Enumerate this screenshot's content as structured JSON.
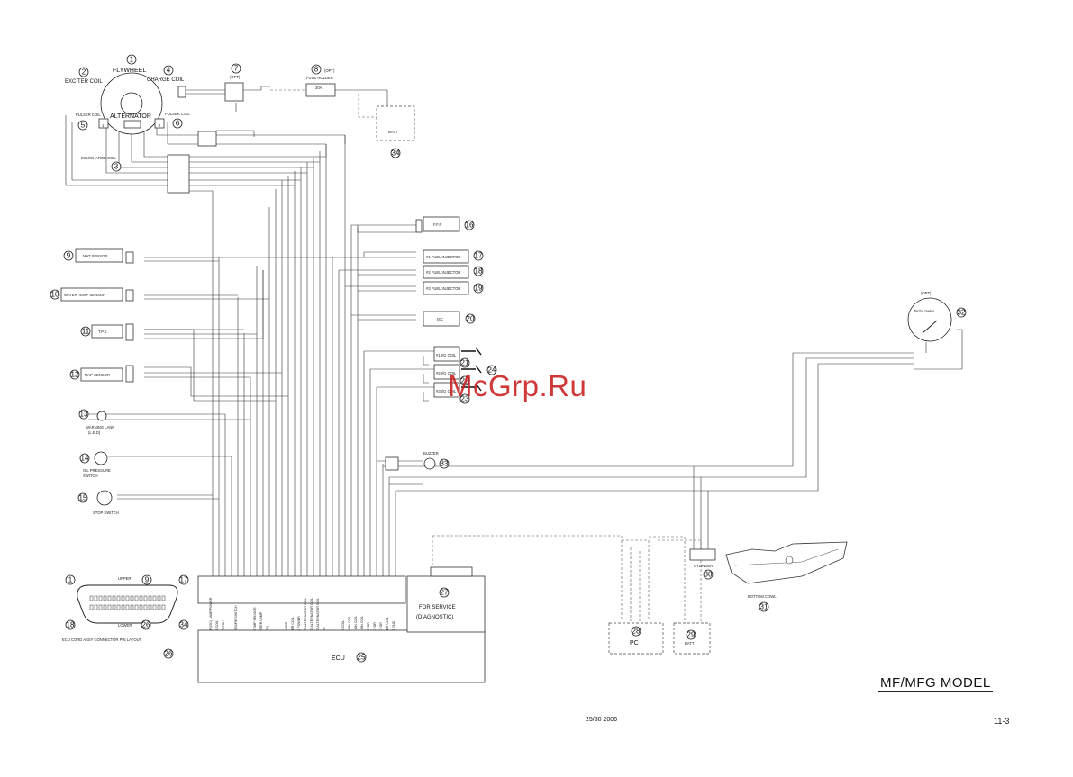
{
  "flywheel": {
    "num": "1",
    "label": "FLYWHEEL",
    "alternator": "ALTERNATOR"
  },
  "exciter_coil": {
    "num": "2",
    "label": "EXCITER COIL"
  },
  "ecu_charge_coil": {
    "num": "3",
    "label": "ECU/CHARGE COIL"
  },
  "charge_coil": {
    "num": "4",
    "label": "CHARGE COIL"
  },
  "pulser_coil_1": {
    "num": "5",
    "label": "PULSER COIL",
    "pin": "1"
  },
  "pulser_coil_2": {
    "num": "6",
    "label": "PULSER COIL",
    "pin": "2"
  },
  "opt_7": {
    "num": "7",
    "label": "(OPT)"
  },
  "fuse_holder": {
    "num": "8",
    "opt": "(OPT)",
    "label": "FUSE HOLDER",
    "rating": "20A"
  },
  "batt_top": {
    "num": "34",
    "label": "BATT"
  },
  "mat_sensor": {
    "num": "9",
    "label": "MAT SENSOR"
  },
  "water_temp_sensor": {
    "num": "10",
    "label": "WATER TEMP SENSOR"
  },
  "tps": {
    "num": "11",
    "label": "T.P.S"
  },
  "map_sensor": {
    "num": "12",
    "label": "MAP SENSOR"
  },
  "warning_lamp": {
    "num": "13",
    "label": "WARNING LANP",
    "sub": "(L.E.D)"
  },
  "oil_pressure_switch": {
    "num": "14",
    "label": "OIL PRESSURE",
    "sub": "SWITCH"
  },
  "stop_switch": {
    "num": "15",
    "label": "STOP SWITCH"
  },
  "ffp": {
    "num": "16",
    "label": "F.F.P"
  },
  "fuel_injector_1": {
    "num": "17",
    "label": "#1 FUEL INJECTOR"
  },
  "fuel_injector_2": {
    "num": "18",
    "label": "#2 FUEL INJECTOR"
  },
  "fuel_injector_3": {
    "num": "19",
    "label": "#3 FUEL INJECTOR"
  },
  "isc": {
    "num": "20",
    "label": "ISC"
  },
  "ig_coil_1": {
    "num": "21",
    "label": "#1 I/G COIL"
  },
  "ig_coil_2": {
    "num": "22",
    "label": "#2 I/G COIL"
  },
  "ig_coil_3": {
    "num": "23",
    "label": "#3 I/G COIL"
  },
  "spark_plug": {
    "num": "24"
  },
  "ecu": {
    "num": "25",
    "label": "ECU"
  },
  "connector_layout": {
    "num": "26",
    "label": "ECU CORD ASSY CONNECTOR PIN LAYOUT",
    "upper": "UPPER",
    "lower": "LOWER",
    "pins": [
      "1",
      "9",
      "17",
      "18",
      "26",
      "34"
    ]
  },
  "diagnostic": {
    "num": "27",
    "label_1": "FOR SERVICE",
    "label_2": "(DIAGNOSTIC)"
  },
  "pc": {
    "num": "28",
    "label": "PC"
  },
  "batt_service": {
    "num": "29",
    "label": "BATT"
  },
  "cylinder": {
    "num": "30",
    "label": "CYLINDER"
  },
  "bottom_cowl": {
    "num": "31",
    "label": "BOTTOM COWL"
  },
  "tacho_meter": {
    "num": "32",
    "opt": "(OPT)",
    "label": "Tacho meter"
  },
  "buzzer": {
    "num": "33",
    "label": "BUZZER"
  },
  "ecu_pins": [
    "INJ.PUMP(ISC) LAMP POWER",
    "EXCITER COIL",
    "STOP SWITCH",
    "BLANK",
    "OIL PRESSURE SWITCH",
    "BLANK",
    "T.P.S",
    "WATER TEMP SENSOR",
    "LAMP/METER LAMP",
    "LAMP(LED)",
    "BUZZER",
    "TACHO",
    "MAT SENSOR",
    "#1 PULSER COIL",
    "SENSOR POWER",
    "ECU/CHG ALTERNATOR COIL",
    "ECU/CHG ALTERNATOR COIL",
    "ECU/CHG ALTERNATOR COIL",
    "ISC VALVE",
    "BLANK",
    "F.F.P",
    "EXCITER COIL",
    "#1 IGNITION COIL",
    "#2 IGNITION COIL",
    "#3 IGNITION COIL",
    "#1 INJECTOR",
    "#2 INJECTOR",
    "#3 INJECTOR",
    "#2 PULSER COIL",
    "SENSOR GND"
  ],
  "watermark": "McGrp.Ru",
  "model_title": "MF/MFG MODEL",
  "footer_date": "25/30  2006",
  "page_number": "11-3"
}
